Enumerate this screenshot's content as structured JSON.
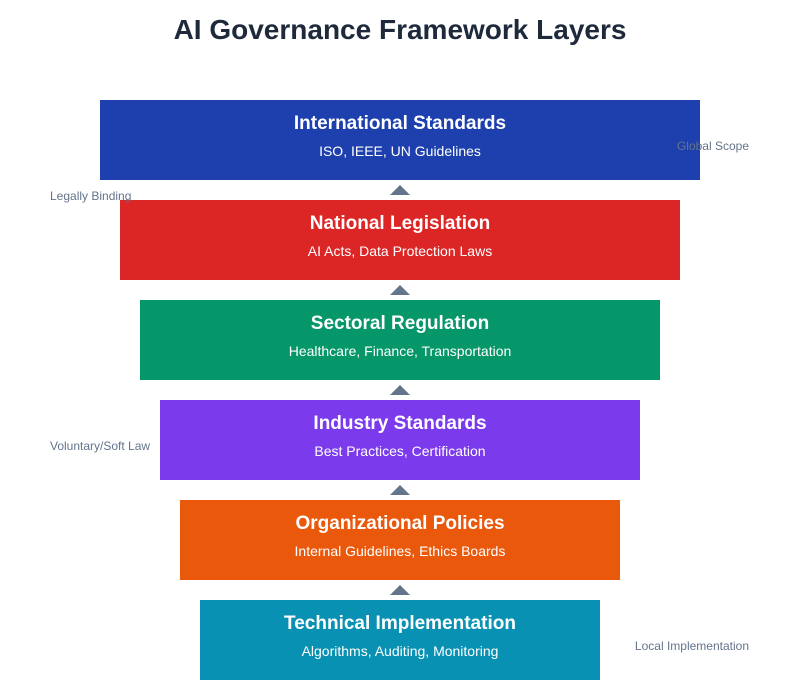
{
  "title": "AI Governance Framework Layers",
  "layers": [
    {
      "name": "International Standards",
      "desc": "ISO, IEEE, UN Guidelines",
      "color": "#1e40af"
    },
    {
      "name": "National Legislation",
      "desc": "AI Acts, Data Protection Laws",
      "color": "#dc2626"
    },
    {
      "name": "Sectoral Regulation",
      "desc": "Healthcare, Finance, Transportation",
      "color": "#059669"
    },
    {
      "name": "Industry Standards",
      "desc": "Best Practices, Certification",
      "color": "#7c3aed"
    },
    {
      "name": "Organizational Policies",
      "desc": "Internal Guidelines, Ethics Boards",
      "color": "#ea580c"
    },
    {
      "name": "Technical Implementation",
      "desc": "Algorithms, Auditing, Monitoring",
      "color": "#0891b2"
    }
  ],
  "side_labels": {
    "global": "Global Scope",
    "legal": "Legally Binding",
    "voluntary": "Voluntary/Soft Law",
    "local": "Local Implementation"
  }
}
